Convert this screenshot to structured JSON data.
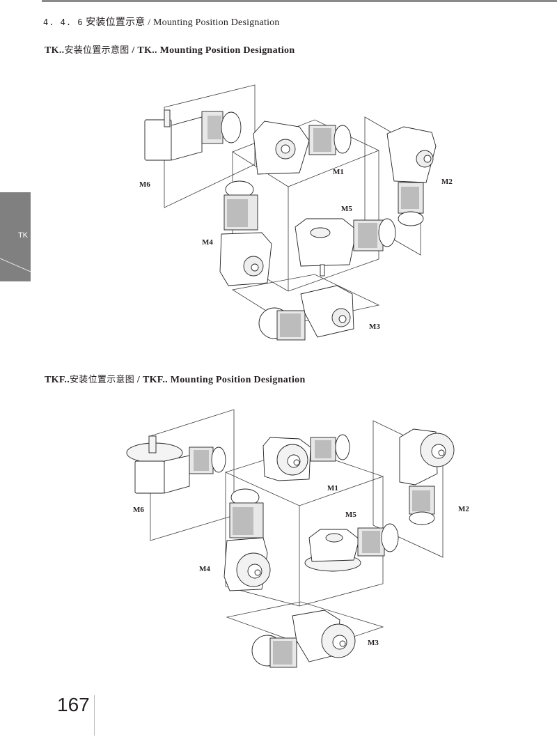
{
  "header": {
    "section_number": "4. 4. 6",
    "section_title_cn": "安装位置示意",
    "separator": "/",
    "section_title_en": "Mounting Position Designation"
  },
  "side_tab": {
    "label": "TK",
    "color": "#808080"
  },
  "diagrams": [
    {
      "title_prefix": "TK..",
      "title_cn": "安装位置示意图",
      "separator": "/",
      "title_en": "TK.. Mounting Position Designation",
      "positions": [
        "M1",
        "M2",
        "M3",
        "M4",
        "M5",
        "M6"
      ]
    },
    {
      "title_prefix": "TKF..",
      "title_cn": "安装位置示意图",
      "separator": "/",
      "title_en": "TKF.. Mounting Position Designation",
      "positions": [
        "M1",
        "M2",
        "M3",
        "M4",
        "M5",
        "M6"
      ]
    }
  ],
  "footer": {
    "page_number": "167"
  }
}
